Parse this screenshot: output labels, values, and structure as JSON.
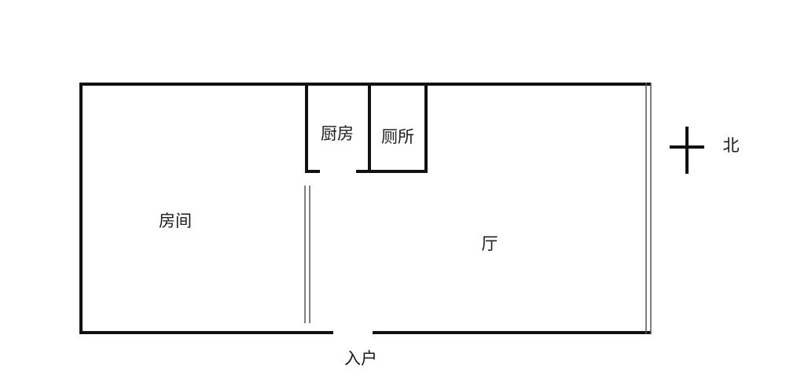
{
  "floor_plan": {
    "rooms": {
      "bedroom": "房间",
      "kitchen": "厨房",
      "toilet": "厕所",
      "living_room": "厅"
    },
    "entrance": "入户",
    "compass": {
      "direction": "北",
      "icon": "north-cross-icon"
    },
    "colors": {
      "wall": "#111111",
      "window": "#555555",
      "background": "#ffffff"
    }
  }
}
